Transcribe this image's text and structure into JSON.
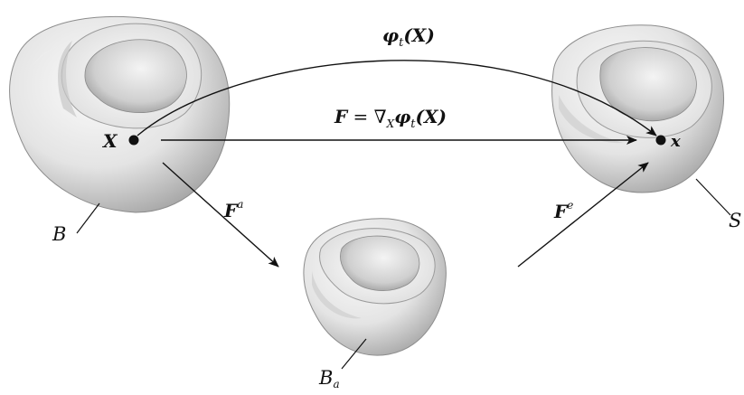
{
  "labels": {
    "ref_config": "𝓑",
    "ref_config_text": "B",
    "current_config_text": "S",
    "intermediate_config_text": "B",
    "intermediate_sub": "a",
    "point_X": "X",
    "point_x": "x",
    "motion_main": "φ",
    "motion_sub": "t",
    "motion_arg": "(X)",
    "gradient_F": "F",
    "gradient_eq": " = ∇",
    "gradient_sub": "X",
    "gradient_phi": "φ",
    "gradient_phi_sub": "t",
    "gradient_arg": "(X)",
    "Fa_main": "F",
    "Fa_sup": "a",
    "Fe_main": "F",
    "Fe_sup": "e"
  },
  "colors": {
    "shape_light": "#f2f2f2",
    "shape_mid": "#d9d9d9",
    "shape_dark": "#9a9a9a",
    "ink": "#111111"
  }
}
